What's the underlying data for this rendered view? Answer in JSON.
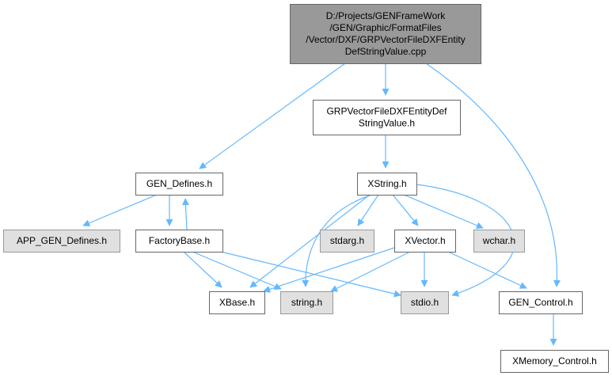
{
  "colors": {
    "edge": "#63b8ff",
    "root_fill": "#999999",
    "node_fill": "#ffffff",
    "system_fill": "#e0e0e0",
    "node_border": "#666666",
    "system_border": "#999999"
  },
  "nodes": {
    "root": {
      "lines": [
        "D:/Projects/GENFrameWork",
        "/GEN/Graphic/FormatFiles",
        "/Vector/DXF/GRPVectorFileDXFEntity",
        "DefStringValue.cpp"
      ],
      "kind": "root"
    },
    "grp_h": {
      "lines": [
        "GRPVectorFileDXFEntityDef",
        "StringValue.h"
      ],
      "kind": "normal"
    },
    "gen_defines": {
      "lines": [
        "GEN_Defines.h"
      ],
      "kind": "normal"
    },
    "xstring": {
      "lines": [
        "XString.h"
      ],
      "kind": "normal"
    },
    "app_gen_defines": {
      "lines": [
        "APP_GEN_Defines.h"
      ],
      "kind": "system"
    },
    "factorybase": {
      "lines": [
        "FactoryBase.h"
      ],
      "kind": "normal"
    },
    "stdarg": {
      "lines": [
        "stdarg.h"
      ],
      "kind": "system"
    },
    "xvector": {
      "lines": [
        "XVector.h"
      ],
      "kind": "normal"
    },
    "wchar": {
      "lines": [
        "wchar.h"
      ],
      "kind": "system"
    },
    "xbase": {
      "lines": [
        "XBase.h"
      ],
      "kind": "normal"
    },
    "string_h": {
      "lines": [
        "string.h"
      ],
      "kind": "system"
    },
    "stdio": {
      "lines": [
        "stdio.h"
      ],
      "kind": "system"
    },
    "gen_control": {
      "lines": [
        "GEN_Control.h"
      ],
      "kind": "normal"
    },
    "xmemory": {
      "lines": [
        "XMemory_Control.h"
      ],
      "kind": "normal"
    }
  },
  "edges": [
    [
      "root",
      "grp_h"
    ],
    [
      "root",
      "gen_defines"
    ],
    [
      "root",
      "gen_control"
    ],
    [
      "grp_h",
      "xstring"
    ],
    [
      "gen_defines",
      "app_gen_defines"
    ],
    [
      "gen_defines",
      "factorybase"
    ],
    [
      "factorybase",
      "gen_defines"
    ],
    [
      "factorybase",
      "xbase"
    ],
    [
      "factorybase",
      "string_h"
    ],
    [
      "factorybase",
      "stdio"
    ],
    [
      "xstring",
      "xbase"
    ],
    [
      "xstring",
      "string_h"
    ],
    [
      "xstring",
      "stdarg"
    ],
    [
      "xstring",
      "xvector"
    ],
    [
      "xstring",
      "wchar"
    ],
    [
      "xstring",
      "stdio"
    ],
    [
      "xvector",
      "xbase"
    ],
    [
      "xvector",
      "string_h"
    ],
    [
      "xvector",
      "stdio"
    ],
    [
      "xvector",
      "gen_control"
    ],
    [
      "gen_control",
      "xmemory"
    ]
  ]
}
